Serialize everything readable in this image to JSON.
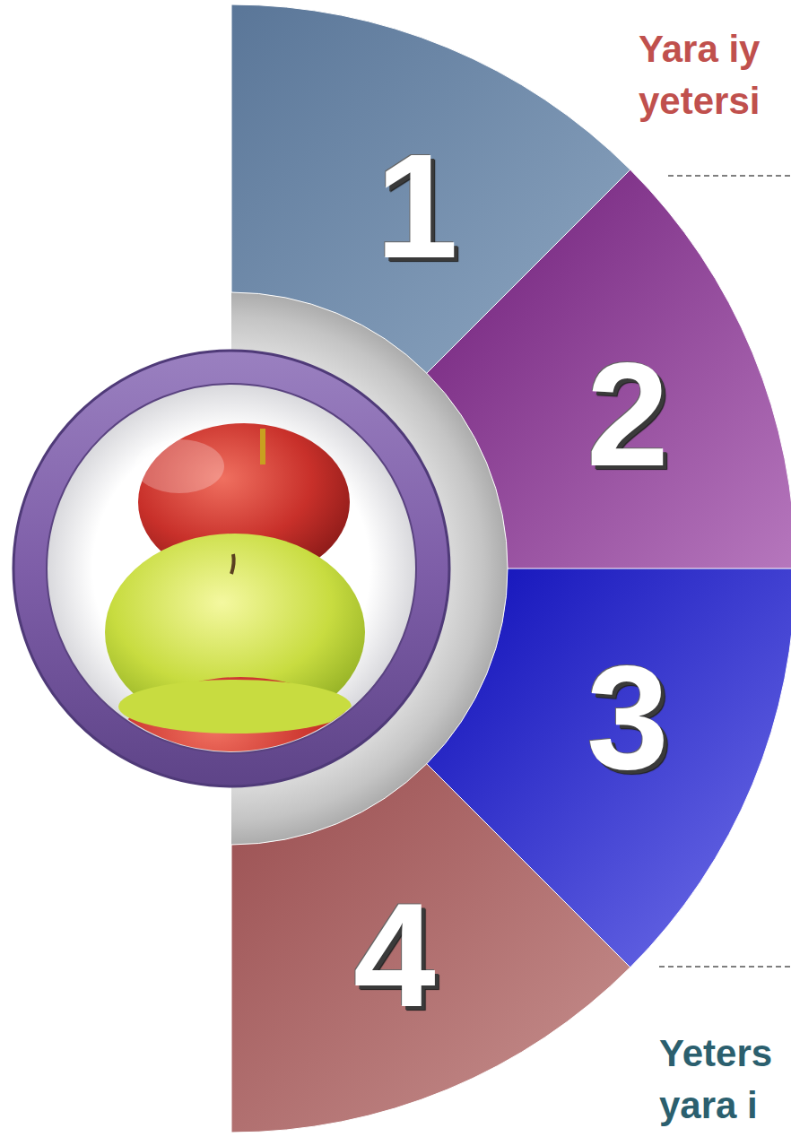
{
  "diagram": {
    "nodes": [
      {
        "text": [
          "1"
        ]
      },
      {
        "text": [
          "2"
        ]
      },
      {
        "text": [
          "3"
        ]
      },
      {
        "text": [
          "4"
        ]
      }
    ],
    "labels": [
      "Yara iy yetersi",
      "Yeters yara i"
    ]
  }
}
